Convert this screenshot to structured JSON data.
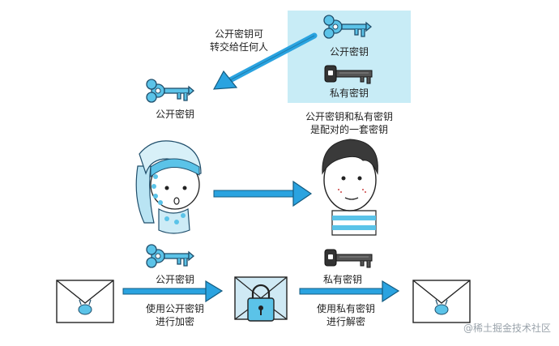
{
  "labels": {
    "give_public_key_line1": "公开密钥可",
    "give_public_key_line2": "转交给任何人",
    "public_key_received": "公开密钥",
    "box_public_key": "公开密钥",
    "box_private_key": "私有密钥",
    "pair_line1": "公开密钥和私有密钥",
    "pair_line2": "是配对的一套密钥",
    "sender_public_key": "公开密钥",
    "receiver_private_key": "私有密钥",
    "encrypt_line1": "使用公开密钥",
    "encrypt_line2": "进行加密",
    "decrypt_line1": "使用私有密钥",
    "decrypt_line2": "进行解密"
  },
  "watermark": "@稀土掘金技术社区",
  "colors": {
    "public_key": "#5bc3e8",
    "private_key": "#3a3a3a",
    "arrow": "#2aa3e0",
    "highlight_box": "#c8ecf6"
  }
}
